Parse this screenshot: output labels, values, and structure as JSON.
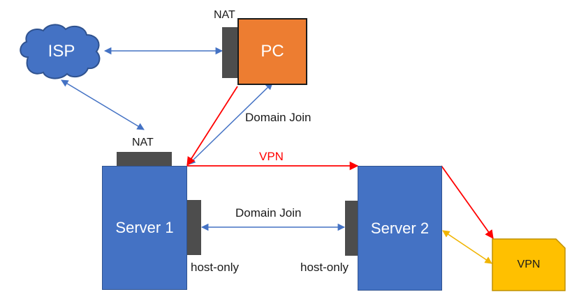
{
  "nodes": {
    "isp": {
      "label": "ISP",
      "color": "#4472C4"
    },
    "pc": {
      "label": "PC",
      "color": "#ED7D31",
      "nat_label": "NAT"
    },
    "server1": {
      "label": "Server 1",
      "color": "#4472C4",
      "nat_label": "NAT",
      "adapter_label": "host-only"
    },
    "server2": {
      "label": "Server 2",
      "color": "#4472C4",
      "adapter_label": "host-only"
    },
    "vpn_card": {
      "label": "VPN",
      "color": "#FFC000"
    }
  },
  "connections": {
    "domain_join_pc": {
      "label": "Domain Join"
    },
    "vpn_link": {
      "label": "VPN",
      "color": "#FF0000"
    },
    "domain_join_servers": {
      "label": "Domain Join"
    }
  },
  "colors": {
    "link_blue": "#4472C4",
    "link_red": "#FF0000",
    "link_yellow": "#F0B400",
    "adapter_gray": "#4D4D4D"
  }
}
